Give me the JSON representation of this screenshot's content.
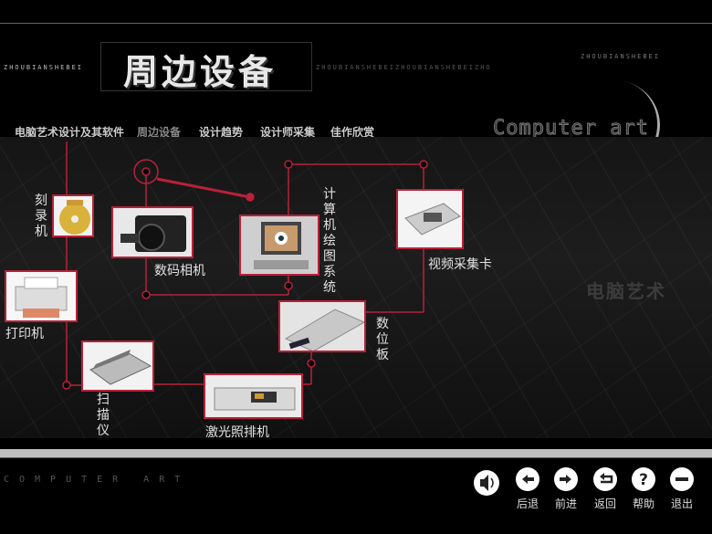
{
  "header": {
    "pinyin": "ZHOUBIANSHEBEI",
    "pinyin_long": "ZHOUBIANSHEBEIZHOUBIANSHEBEIZHO",
    "title": "周边设备",
    "brand": "Computer art",
    "watermark": "电脑艺术"
  },
  "nav": {
    "items": [
      {
        "label": "电脑艺术设计及其软件"
      },
      {
        "label": "周边设备"
      },
      {
        "label": "设计趋势"
      },
      {
        "label": "设计师采集"
      },
      {
        "label": "佳作欣赏"
      }
    ]
  },
  "devices": {
    "burner": "刻录机",
    "camera": "数码相机",
    "computer": "计算机绘图系统",
    "capture": "视频采集卡",
    "printer": "打印机",
    "tablet": "数位板",
    "scanner": "扫描仪",
    "imagesetter": "激光照排机"
  },
  "footer": {
    "computer_art": "COMPUTER ART",
    "buttons": [
      {
        "label": "后退",
        "icon": "arrow-left-icon"
      },
      {
        "label": "前进",
        "icon": "arrow-right-icon"
      },
      {
        "label": "返回",
        "icon": "return-icon"
      },
      {
        "label": "帮助",
        "icon": "question-icon"
      },
      {
        "label": "退出",
        "icon": "minus-icon"
      }
    ]
  },
  "colors": {
    "accent": "#b8213a",
    "background": "#000000"
  }
}
